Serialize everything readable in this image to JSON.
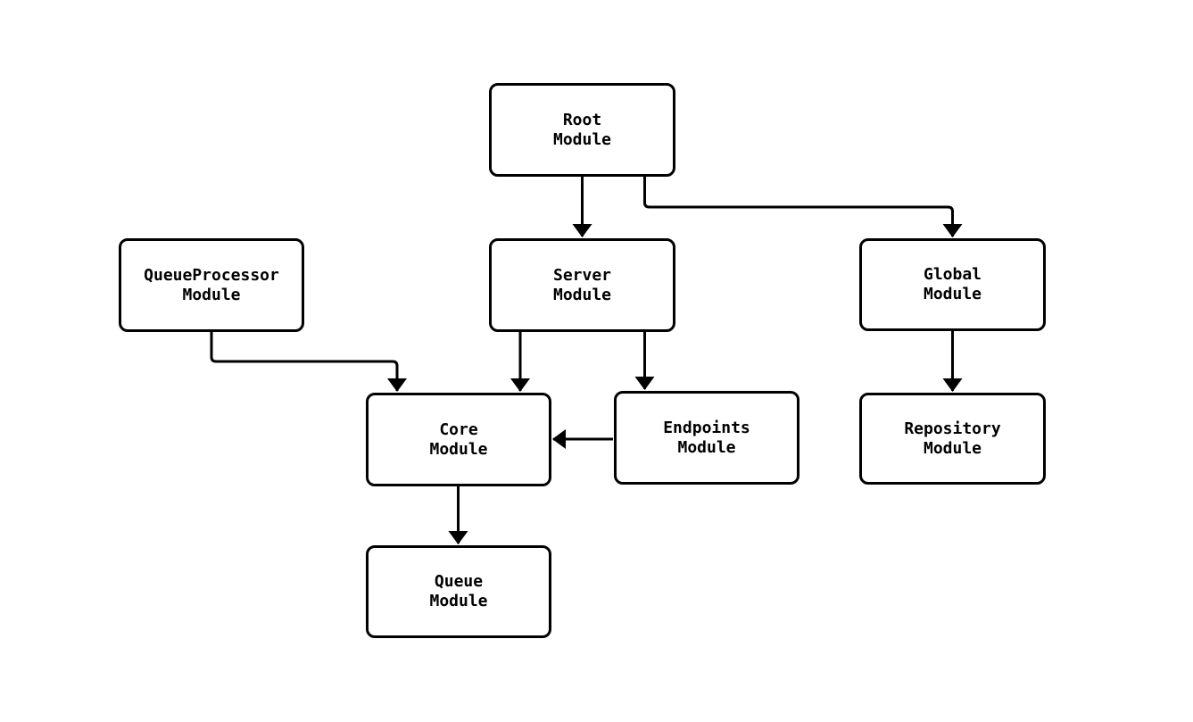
{
  "diagram": {
    "type": "module-dependency-flowchart",
    "colors": {
      "background": "#ffffff",
      "node_fill": "#ffffff",
      "stroke": "#000000",
      "text": "#000000"
    },
    "nodes": {
      "root": {
        "line1": "Root",
        "line2": "Module"
      },
      "queueprocessor": {
        "line1": "QueueProcessor",
        "line2": "Module"
      },
      "server": {
        "line1": "Server",
        "line2": "Module"
      },
      "global": {
        "line1": "Global",
        "line2": "Module"
      },
      "core": {
        "line1": "Core",
        "line2": "Module"
      },
      "endpoints": {
        "line1": "Endpoints",
        "line2": "Module"
      },
      "repository": {
        "line1": "Repository",
        "line2": "Module"
      },
      "queue": {
        "line1": "Queue",
        "line2": "Module"
      }
    },
    "edges": [
      {
        "from": "Root Module",
        "to": "Server Module"
      },
      {
        "from": "Root Module",
        "to": "Global Module"
      },
      {
        "from": "QueueProcessor Module",
        "to": "Core Module"
      },
      {
        "from": "Server Module",
        "to": "Core Module"
      },
      {
        "from": "Server Module",
        "to": "Endpoints Module"
      },
      {
        "from": "Endpoints Module",
        "to": "Core Module"
      },
      {
        "from": "Global Module",
        "to": "Repository Module"
      },
      {
        "from": "Core Module",
        "to": "Queue Module"
      }
    ]
  }
}
